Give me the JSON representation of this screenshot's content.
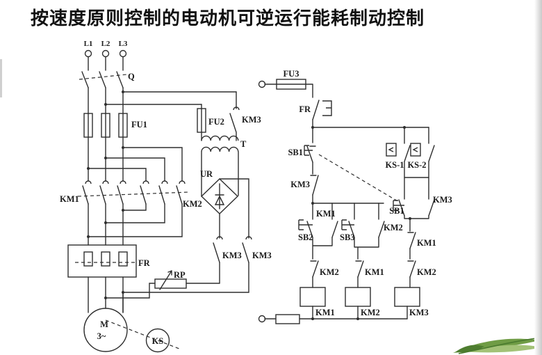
{
  "title": "按速度原则控制的电动机可逆运行能耗制动控制",
  "power_circuit": {
    "phase_l1": "L1",
    "phase_l2": "L2",
    "phase_l3": "L3",
    "switch": "Q",
    "main_fuse": "FU1",
    "brake_fuse": "FU2",
    "brake_supply_contact": "KM3",
    "transformer": "T",
    "rectifier": "UR",
    "forward_contactor": "KM1",
    "reverse_contactor": "KM2",
    "thermal_relay": "FR",
    "dc_brake_contact_left": "KM3",
    "dc_brake_contact_right": "KM3",
    "brake_resistor": "RP",
    "motor": "M",
    "motor_phases": "3~",
    "speed_relay": "KS"
  },
  "control_circuit": {
    "fuse": "FU3",
    "thermal_contact": "FR",
    "stop_button_nc": "SB1",
    "brake_interlock_nc": "KM3",
    "speed_contact_1": "KS-1",
    "speed_contact_2": "KS-2",
    "stop_button_no": "SB1",
    "brake_selfhold_no": "KM3",
    "forward_selfhold_no": "KM1",
    "forward_start_button": "SB2",
    "reverse_start_button": "SB3",
    "reverse_selfhold_no": "KM2",
    "reverse_interlock_nc": "KM2",
    "forward_interlock_nc": "KM1",
    "brake_branch_nc_km1": "KM1",
    "brake_branch_nc_km2": "KM2",
    "coil_km1": "KM1",
    "coil_km2": "KM2",
    "coil_km3": "KM3"
  },
  "decor": {
    "leaf_dark": "#4e7d2f",
    "leaf_mid": "#6f9c45",
    "leaf_light": "#a3c277",
    "edge_strip": "#c9c9c9"
  }
}
